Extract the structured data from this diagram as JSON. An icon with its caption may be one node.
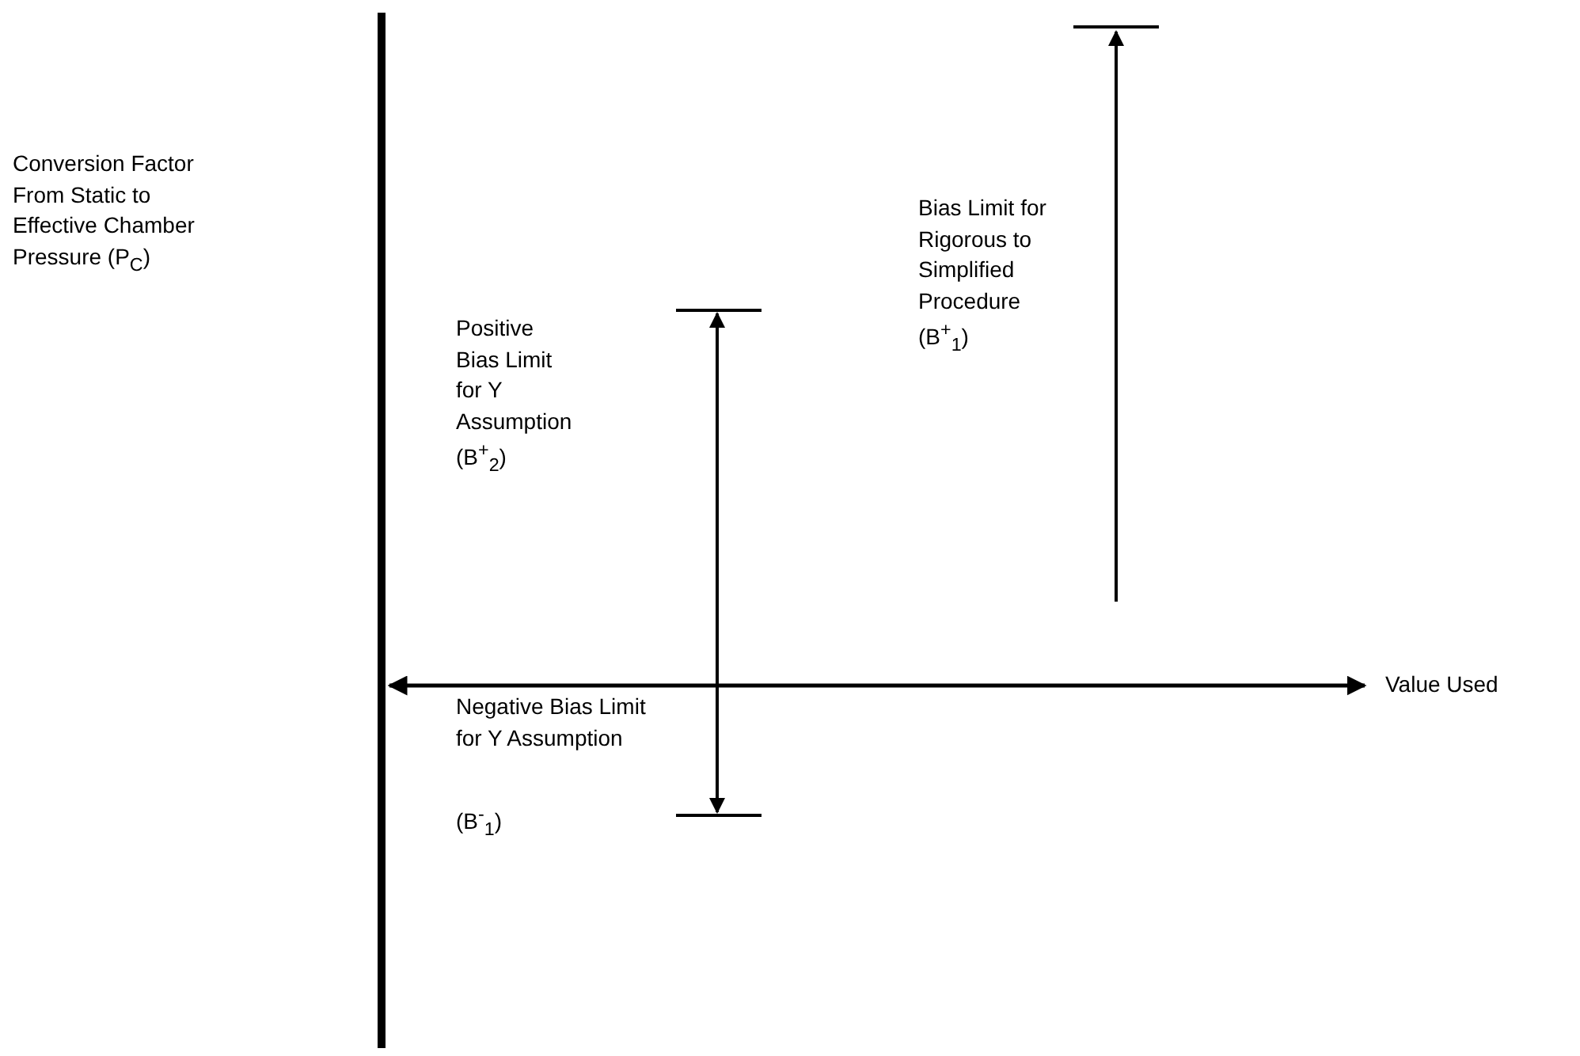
{
  "diagram": {
    "labels": [
      "Conversion Factor From Static to Effective Chamber Pressure (P$_{C}$)",
      "Positive Bias Limit for Y Assumption",
      "(B$^{+}$$_{2}$)",
      "Bias Limit for Rigorous to Simplified Procedure",
      "(B$^{+}$$_{1}$)",
      "Value Used",
      "Negative Bias Limit for Y Assumption",
      "(B$^{-}$$_{1}$)"
    ]
  }
}
